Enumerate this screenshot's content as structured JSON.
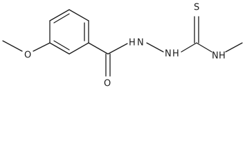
{
  "molecule": {
    "atoms": {
      "methoxy_o": "O",
      "carbonyl_o": "O",
      "hydrazide_n1": "N",
      "hydrazide_n1_h": "H",
      "hydrazide_n2": "N",
      "hydrazide_n2_h": "H",
      "thione_s": "S",
      "amine_n": "N",
      "amine_h": "H"
    }
  }
}
